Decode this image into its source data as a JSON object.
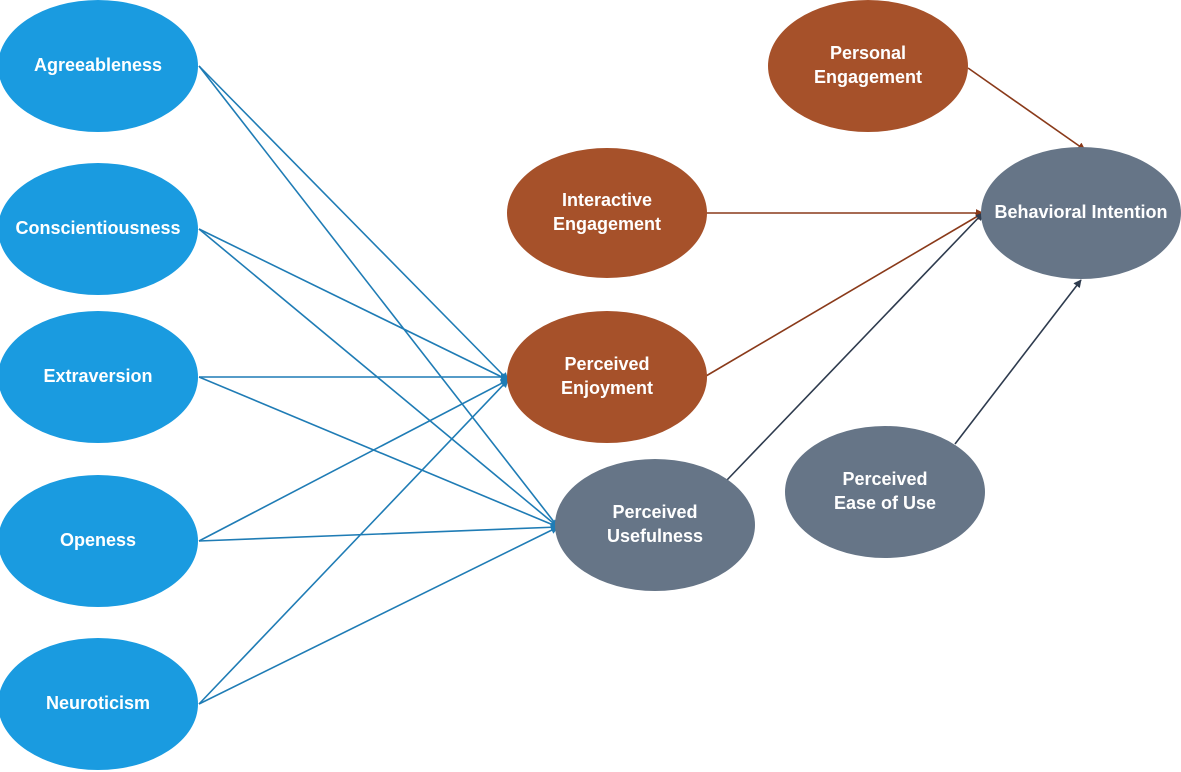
{
  "colors": {
    "trait": "#1A9BE0",
    "engagement": "#A6512A",
    "tam": "#667587",
    "trait_arrow": "#1F7CB5",
    "engagement_arrow": "#8A3A1A",
    "tam_arrow": "#2E3B4E"
  },
  "nodes": [
    {
      "id": "agreeableness",
      "lines": [
        "Agreeableness"
      ],
      "group": "trait"
    },
    {
      "id": "conscientiousness",
      "lines": [
        "Conscientiousness"
      ],
      "group": "trait"
    },
    {
      "id": "extraversion",
      "lines": [
        "Extraversion"
      ],
      "group": "trait"
    },
    {
      "id": "openess",
      "lines": [
        "Openess"
      ],
      "group": "trait"
    },
    {
      "id": "neuroticism",
      "lines": [
        "Neuroticism"
      ],
      "group": "trait"
    },
    {
      "id": "personal_engagement",
      "lines": [
        "Personal",
        "Engagement"
      ],
      "group": "engagement"
    },
    {
      "id": "interactive_engagement",
      "lines": [
        "Interactive",
        "Engagement"
      ],
      "group": "engagement"
    },
    {
      "id": "perceived_enjoyment",
      "lines": [
        "Perceived",
        "Enjoyment"
      ],
      "group": "engagement"
    },
    {
      "id": "perceived_usefulness",
      "lines": [
        "Perceived",
        "Usefulness"
      ],
      "group": "tam"
    },
    {
      "id": "perceived_ease_of_use",
      "lines": [
        "Perceived",
        "Ease of Use"
      ],
      "group": "tam"
    },
    {
      "id": "behavioral_intention",
      "lines": [
        "Behavioral Intention"
      ],
      "group": "tam"
    }
  ],
  "edges": [
    {
      "from": "agreeableness",
      "to": "perceived_enjoyment"
    },
    {
      "from": "agreeableness",
      "to": "perceived_usefulness"
    },
    {
      "from": "conscientiousness",
      "to": "perceived_enjoyment"
    },
    {
      "from": "conscientiousness",
      "to": "perceived_usefulness"
    },
    {
      "from": "extraversion",
      "to": "perceived_enjoyment"
    },
    {
      "from": "extraversion",
      "to": "perceived_usefulness"
    },
    {
      "from": "openess",
      "to": "perceived_enjoyment"
    },
    {
      "from": "openess",
      "to": "perceived_usefulness"
    },
    {
      "from": "neuroticism",
      "to": "perceived_enjoyment"
    },
    {
      "from": "neuroticism",
      "to": "perceived_usefulness"
    },
    {
      "from": "personal_engagement",
      "to": "behavioral_intention"
    },
    {
      "from": "interactive_engagement",
      "to": "behavioral_intention"
    },
    {
      "from": "perceived_enjoyment",
      "to": "behavioral_intention"
    },
    {
      "from": "perceived_usefulness",
      "to": "behavioral_intention"
    },
    {
      "from": "perceived_ease_of_use",
      "to": "behavioral_intention"
    }
  ]
}
